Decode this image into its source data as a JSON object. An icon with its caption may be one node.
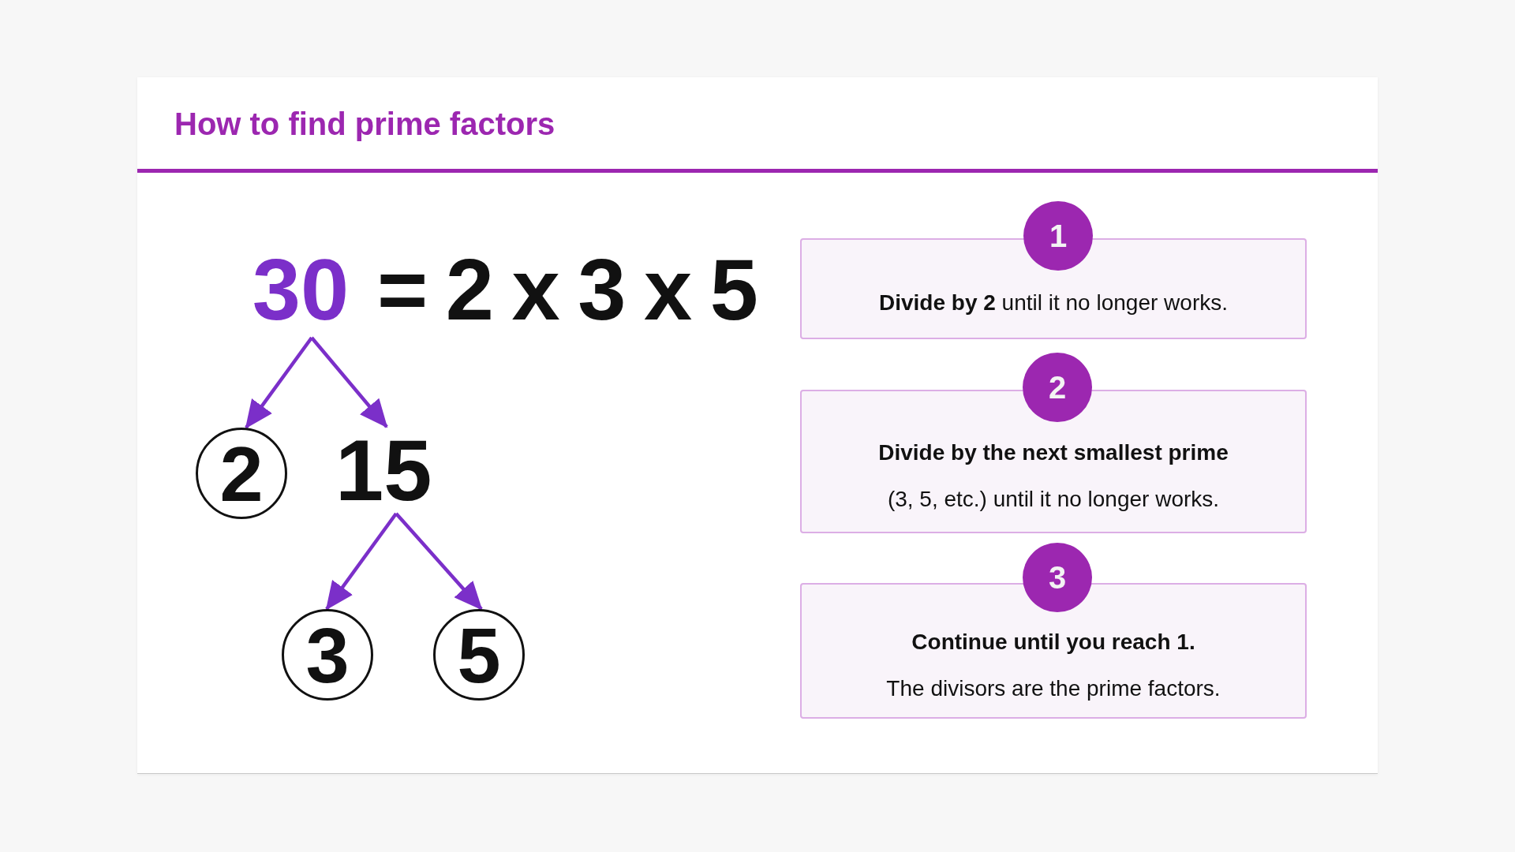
{
  "diagram": {
    "title": "How to find prime factors",
    "nodes": [
      {
        "text": [
          "30"
        ]
      },
      {
        "text": [
          "2"
        ]
      },
      {
        "text": [
          "15"
        ]
      },
      {
        "text": [
          "3"
        ]
      },
      {
        "text": [
          "5"
        ]
      },
      {
        "text": [
          "1"
        ]
      },
      {
        "text": [
          "**Divide by 2** until it no longer works."
        ]
      },
      {
        "text": [
          "2"
        ]
      },
      {
        "text": [
          "Divide by the next smallest prime",
          "(3, 5, etc.) until it no longer works."
        ]
      },
      {
        "text": [
          "3"
        ]
      },
      {
        "text": [
          "Continue until you reach 1.",
          "The divisors are the prime factors."
        ]
      }
    ],
    "edges": [
      {
        "from": 0,
        "to": 1,
        "arrow": "to"
      },
      {
        "from": 0,
        "to": 2,
        "arrow": "to"
      },
      {
        "from": 2,
        "to": 3,
        "arrow": "to"
      },
      {
        "from": 2,
        "to": 4,
        "arrow": "to"
      }
    ],
    "labels": [
      "= 2 x 3 x 5"
    ]
  }
}
